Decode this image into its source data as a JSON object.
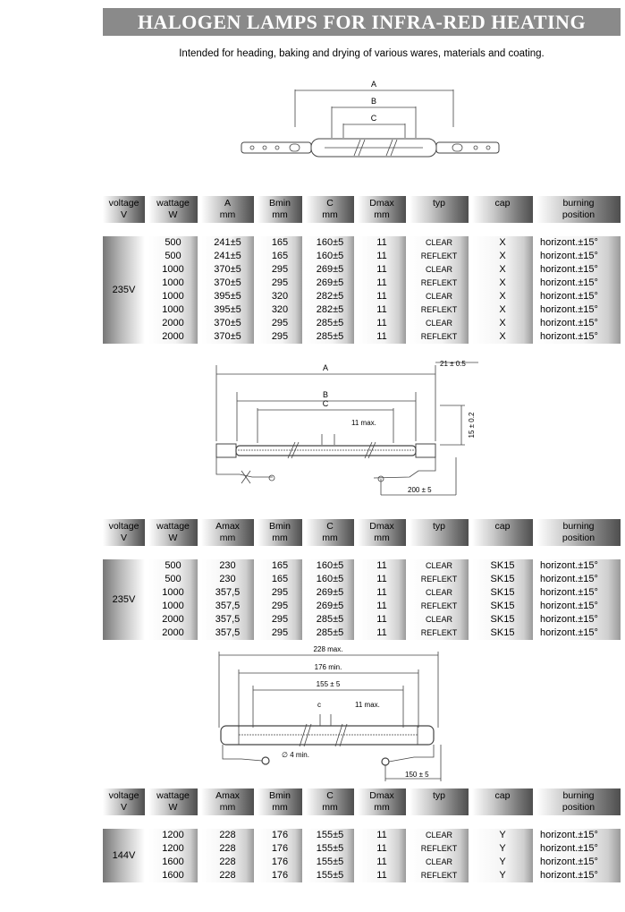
{
  "title": "HALOGEN LAMPS FOR INFRA-RED HEATING",
  "subtitle": "Intended for heading, baking and drying of various wares, materials and coating.",
  "diagram1": {
    "A": "A",
    "B": "B",
    "C": "C"
  },
  "diagram2": {
    "A": "A",
    "B": "B",
    "C": "C",
    "dim_21": "21 ± 0.5",
    "dim_15": "15 ± 0.2",
    "dim_11": "11 max.",
    "dim_200": "200 ± 5"
  },
  "diagram3": {
    "dim_228": "228 max.",
    "dim_176": "176 min.",
    "dim_155": "155 ± 5",
    "c": "c",
    "dim_11": "11 max.",
    "dim_d4": "∅ 4 min.",
    "dim_150": "150 ± 5"
  },
  "table1": {
    "headers": [
      [
        "voltage",
        "V"
      ],
      [
        "wattage",
        "W"
      ],
      [
        "A",
        "mm"
      ],
      [
        "Bmin",
        "mm"
      ],
      [
        "C",
        "mm"
      ],
      [
        "Dmax",
        "mm"
      ],
      [
        "typ",
        ""
      ],
      [
        "cap",
        ""
      ],
      [
        "burning",
        "position"
      ]
    ],
    "voltage": "235V",
    "rows": [
      [
        "500",
        "241±5",
        "165",
        "160±5",
        "11",
        "CLEAR",
        "X",
        "horizont.±15°"
      ],
      [
        "500",
        "241±5",
        "165",
        "160±5",
        "11",
        "REFLEKT",
        "X",
        "horizont.±15°"
      ],
      [
        "1000",
        "370±5",
        "295",
        "269±5",
        "11",
        "CLEAR",
        "X",
        "horizont.±15°"
      ],
      [
        "1000",
        "370±5",
        "295",
        "269±5",
        "11",
        "REFLEKT",
        "X",
        "horizont.±15°"
      ],
      [
        "1000",
        "395±5",
        "320",
        "282±5",
        "11",
        "CLEAR",
        "X",
        "horizont.±15°"
      ],
      [
        "1000",
        "395±5",
        "320",
        "282±5",
        "11",
        "REFLEKT",
        "X",
        "horizont.±15°"
      ],
      [
        "2000",
        "370±5",
        "295",
        "285±5",
        "11",
        "CLEAR",
        "X",
        "horizont.±15°"
      ],
      [
        "2000",
        "370±5",
        "295",
        "285±5",
        "11",
        "REFLEKT",
        "X",
        "horizont.±15°"
      ]
    ]
  },
  "table2": {
    "headers": [
      [
        "voltage",
        "V"
      ],
      [
        "wattage",
        "W"
      ],
      [
        "Amax",
        "mm"
      ],
      [
        "Bmin",
        "mm"
      ],
      [
        "C",
        "mm"
      ],
      [
        "Dmax",
        "mm"
      ],
      [
        "typ",
        ""
      ],
      [
        "cap",
        ""
      ],
      [
        "burning",
        "position"
      ]
    ],
    "voltage": "235V",
    "rows": [
      [
        "500",
        "230",
        "165",
        "160±5",
        "11",
        "CLEAR",
        "SK15",
        "horizont.±15°"
      ],
      [
        "500",
        "230",
        "165",
        "160±5",
        "11",
        "REFLEKT",
        "SK15",
        "horizont.±15°"
      ],
      [
        "1000",
        "357,5",
        "295",
        "269±5",
        "11",
        "CLEAR",
        "SK15",
        "horizont.±15°"
      ],
      [
        "1000",
        "357,5",
        "295",
        "269±5",
        "11",
        "REFLEKT",
        "SK15",
        "horizont.±15°"
      ],
      [
        "2000",
        "357,5",
        "295",
        "285±5",
        "11",
        "CLEAR",
        "SK15",
        "horizont.±15°"
      ],
      [
        "2000",
        "357,5",
        "295",
        "285±5",
        "11",
        "REFLEKT",
        "SK15",
        "horizont.±15°"
      ]
    ]
  },
  "table3": {
    "headers": [
      [
        "voltage",
        "V"
      ],
      [
        "wattage",
        "W"
      ],
      [
        "Amax",
        "mm"
      ],
      [
        "Bmin",
        "mm"
      ],
      [
        "C",
        "mm"
      ],
      [
        "Dmax",
        "mm"
      ],
      [
        "typ",
        ""
      ],
      [
        "cap",
        ""
      ],
      [
        "burning",
        "position"
      ]
    ],
    "voltage": "144V",
    "rows": [
      [
        "1200",
        "228",
        "176",
        "155±5",
        "11",
        "CLEAR",
        "Y",
        "horizont.±15°"
      ],
      [
        "1200",
        "228",
        "176",
        "155±5",
        "11",
        "REFLEKT",
        "Y",
        "horizont.±15°"
      ],
      [
        "1600",
        "228",
        "176",
        "155±5",
        "11",
        "CLEAR",
        "Y",
        "horizont.±15°"
      ],
      [
        "1600",
        "228",
        "176",
        "155±5",
        "11",
        "REFLEKT",
        "Y",
        "horizont.±15°"
      ]
    ]
  }
}
